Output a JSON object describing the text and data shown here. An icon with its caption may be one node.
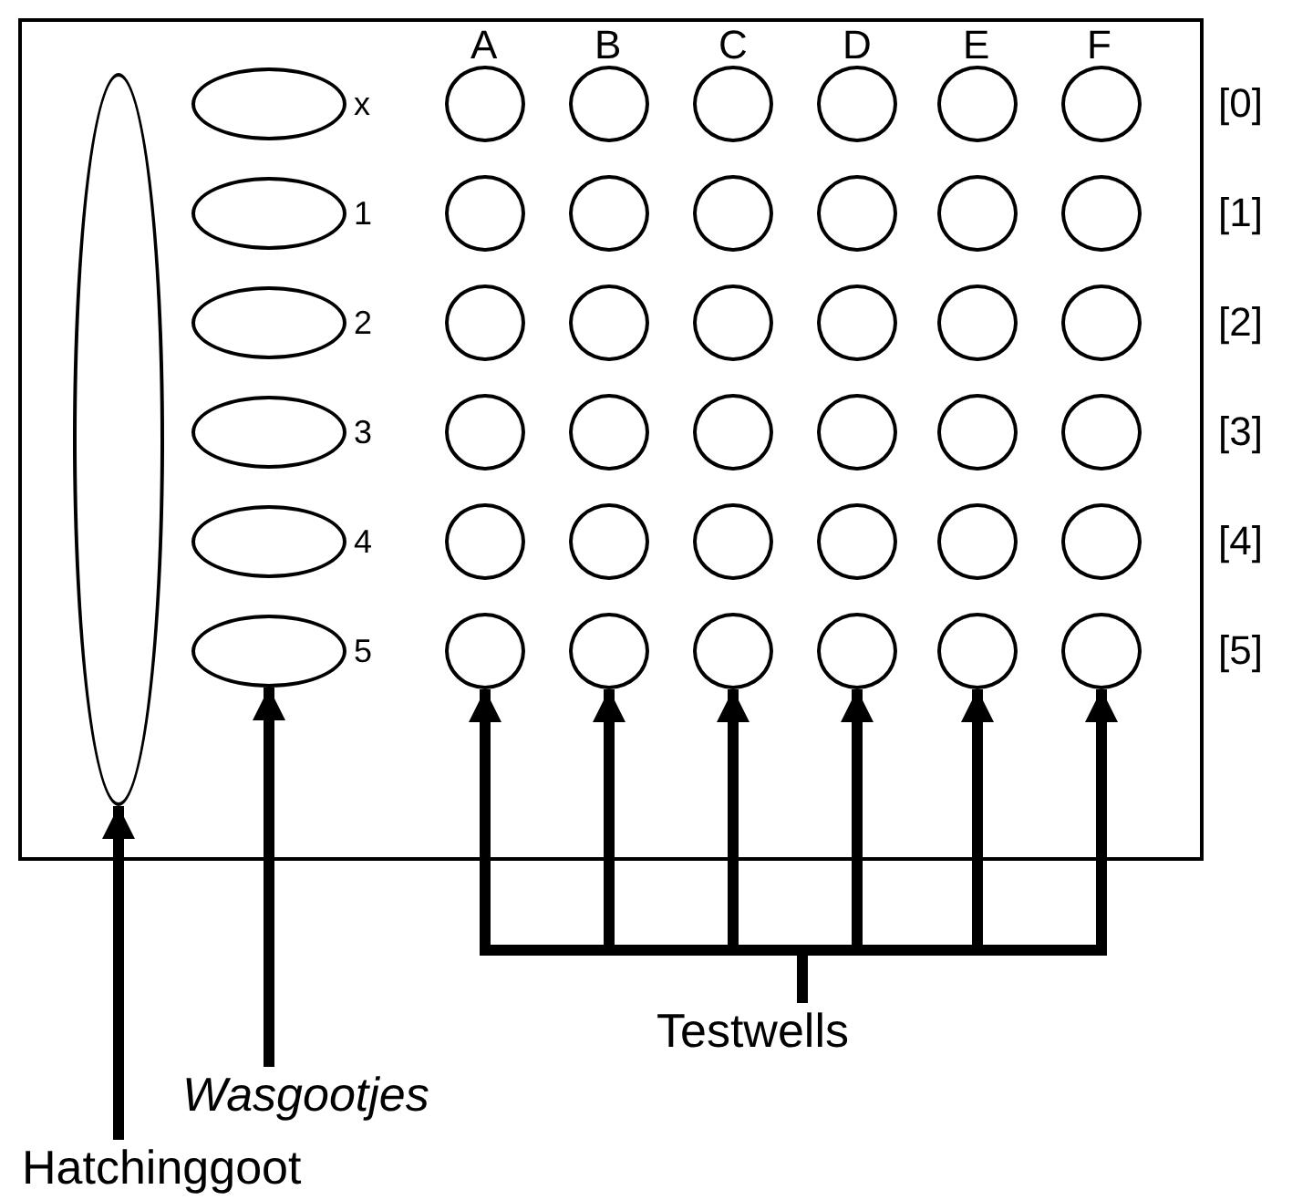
{
  "diagram": {
    "nodes": [
      {
        "text": [],
        "shape": "box"
      },
      {
        "text": [],
        "shape": "ellipse",
        "in": 0
      },
      {
        "text": [],
        "shape": "ellipse",
        "in": 0
      },
      {
        "text": [],
        "shape": "ellipse",
        "in": 0
      },
      {
        "text": [],
        "shape": "ellipse",
        "in": 0
      },
      {
        "text": [],
        "shape": "ellipse",
        "in": 0
      },
      {
        "text": [],
        "shape": "ellipse",
        "in": 0
      },
      {
        "text": [],
        "shape": "ellipse",
        "in": 0
      },
      {
        "text": [],
        "shape": "circle",
        "in": 0
      },
      {
        "text": [],
        "shape": "circle",
        "in": 0
      },
      {
        "text": [],
        "shape": "circle",
        "in": 0
      },
      {
        "text": [],
        "shape": "circle",
        "in": 0
      },
      {
        "text": [],
        "shape": "circle",
        "in": 0
      },
      {
        "text": [],
        "shape": "circle",
        "in": 0
      },
      {
        "text": [],
        "shape": "circle",
        "in": 0
      },
      {
        "text": [],
        "shape": "circle",
        "in": 0
      },
      {
        "text": [],
        "shape": "circle",
        "in": 0
      },
      {
        "text": [],
        "shape": "circle",
        "in": 0
      },
      {
        "text": [],
        "shape": "circle",
        "in": 0
      },
      {
        "text": [],
        "shape": "circle",
        "in": 0
      },
      {
        "text": [],
        "shape": "circle",
        "in": 0
      },
      {
        "text": [],
        "shape": "circle",
        "in": 0
      },
      {
        "text": [],
        "shape": "circle",
        "in": 0
      },
      {
        "text": [],
        "shape": "circle",
        "in": 0
      },
      {
        "text": [],
        "shape": "circle",
        "in": 0
      },
      {
        "text": [],
        "shape": "circle",
        "in": 0
      },
      {
        "text": [],
        "shape": "circle",
        "in": 0
      },
      {
        "text": [],
        "shape": "circle",
        "in": 0
      },
      {
        "text": [],
        "shape": "circle",
        "in": 0
      },
      {
        "text": [],
        "shape": "circle",
        "in": 0
      },
      {
        "text": [],
        "shape": "circle",
        "in": 0
      },
      {
        "text": [],
        "shape": "circle",
        "in": 0
      },
      {
        "text": [],
        "shape": "circle",
        "in": 0
      },
      {
        "text": [],
        "shape": "circle",
        "in": 0
      },
      {
        "text": [],
        "shape": "circle",
        "in": 0
      },
      {
        "text": [],
        "shape": "circle",
        "in": 0
      },
      {
        "text": [],
        "shape": "circle",
        "in": 0
      },
      {
        "text": [],
        "shape": "circle",
        "in": 0
      },
      {
        "text": [],
        "shape": "circle",
        "in": 0
      },
      {
        "text": [],
        "shape": "circle",
        "in": 0
      },
      {
        "text": [],
        "shape": "circle",
        "in": 0
      },
      {
        "text": [],
        "shape": "circle",
        "in": 0
      },
      {
        "text": [],
        "shape": "circle",
        "in": 0
      },
      {
        "text": [],
        "shape": "circle",
        "in": 0
      },
      {
        "text": [
          "Hatchinggoot"
        ]
      },
      {
        "text": [
          "Wasgootjes"
        ]
      },
      {
        "text": [
          "Testwells"
        ]
      }
    ],
    "edges": [
      {
        "from": 44,
        "to": 1,
        "arrow": "to"
      },
      {
        "from": 45,
        "to": 7,
        "arrow": "to"
      },
      {
        "from": 46,
        "to": 38,
        "arrow": "to"
      },
      {
        "from": 46,
        "to": 39,
        "arrow": "to"
      },
      {
        "from": 46,
        "to": 40,
        "arrow": "to"
      },
      {
        "from": 46,
        "to": 41,
        "arrow": "to"
      },
      {
        "from": 46,
        "to": 42,
        "arrow": "to"
      },
      {
        "from": 46,
        "to": 43,
        "arrow": "to"
      }
    ],
    "labels": [
      "A",
      "B",
      "C",
      "D",
      "E",
      "F",
      "x",
      "[0]",
      "1",
      "[1]",
      "2",
      "[2]",
      "3",
      "[3]",
      "4",
      "[4]",
      "5",
      "[5]"
    ]
  }
}
